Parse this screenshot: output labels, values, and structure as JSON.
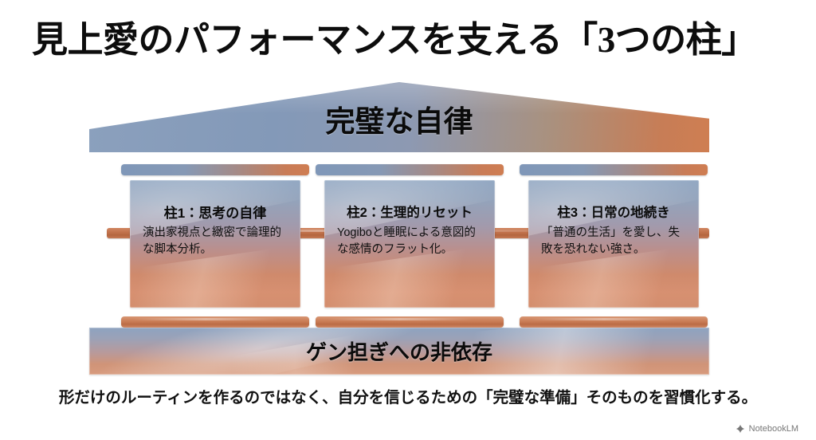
{
  "title": "見上愛のパフォーマンスを支える「3つの柱」",
  "pediment": {
    "label": "完璧な自律"
  },
  "pillars": [
    {
      "heading": "柱1：思考の自律",
      "body": "演出家視点と緻密で論理的な脚本分析。"
    },
    {
      "heading": "柱2：生理的リセット",
      "body": "Yogiboと睡眠による意図的な感情のフラット化。"
    },
    {
      "heading": "柱3：日常の地続き",
      "body": "「普通の生活」を愛し、失敗を恐れない強さ。"
    }
  ],
  "base": {
    "label": "ゲン担ぎへの非依存"
  },
  "caption": "形だけのルーティンを作るのではなく、自分を信じるための「完璧な準備」そのものを習慣化する。",
  "watermark": {
    "label": "NotebookLM",
    "icon": "notebooklm-spark-icon"
  },
  "colors": {
    "stone_blue": "#8ba0bd",
    "terracotta": "#c77d56",
    "text": "#111111",
    "background": "#ffffff"
  }
}
